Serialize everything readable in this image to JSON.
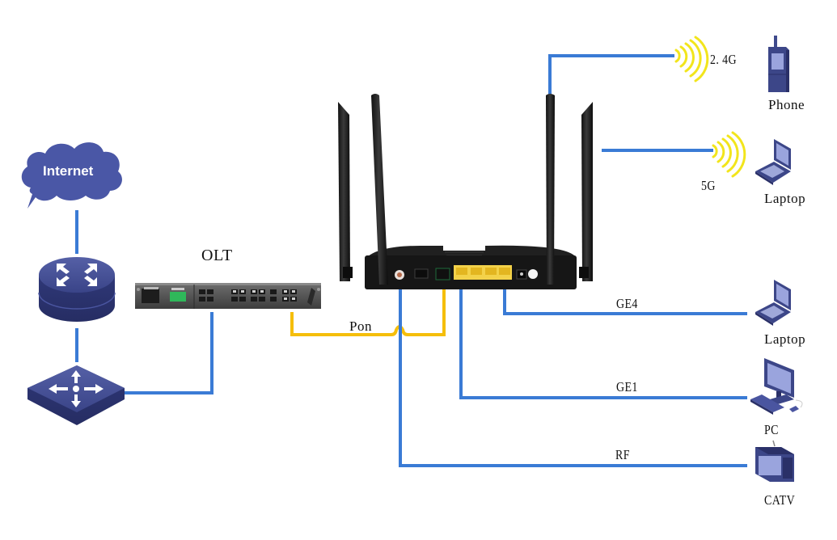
{
  "diagram": {
    "title": "GPON ONU network topology",
    "colors": {
      "link_blue": "#3a7bd5",
      "pon_yellow": "#f5be0b",
      "device_navy": "#3f4a8c",
      "wifi_yellow": "#f2e51c",
      "router_black": "#1c1c1c",
      "lan_port_yellow": "#f3d24a"
    },
    "nodes": {
      "internet": {
        "label": "Internet",
        "icon": "cloud-icon"
      },
      "core_router": {
        "icon": "router-icon"
      },
      "core_switch": {
        "icon": "switch-icon"
      },
      "olt": {
        "label": "OLT",
        "icon": "olt-chassis-icon"
      },
      "onu": {
        "icon": "wifi-router-icon"
      },
      "phone": {
        "label": "Phone",
        "icon": "mobile-phone-icon"
      },
      "laptop_wifi": {
        "label": "Laptop",
        "icon": "laptop-icon"
      },
      "laptop_lan": {
        "label": "Laptop",
        "icon": "laptop-icon"
      },
      "pc": {
        "label": "PC",
        "icon": "desktop-pc-icon"
      },
      "catv": {
        "label": "CATV",
        "icon": "tv-icon"
      }
    },
    "links": {
      "pon": {
        "label": "Pon"
      },
      "wifi_24": {
        "label": "2. 4G"
      },
      "wifi_5": {
        "label": "5G"
      },
      "ge4": {
        "label": "GE4"
      },
      "ge1": {
        "label": "GE1"
      },
      "rf": {
        "label": "RF"
      }
    }
  }
}
